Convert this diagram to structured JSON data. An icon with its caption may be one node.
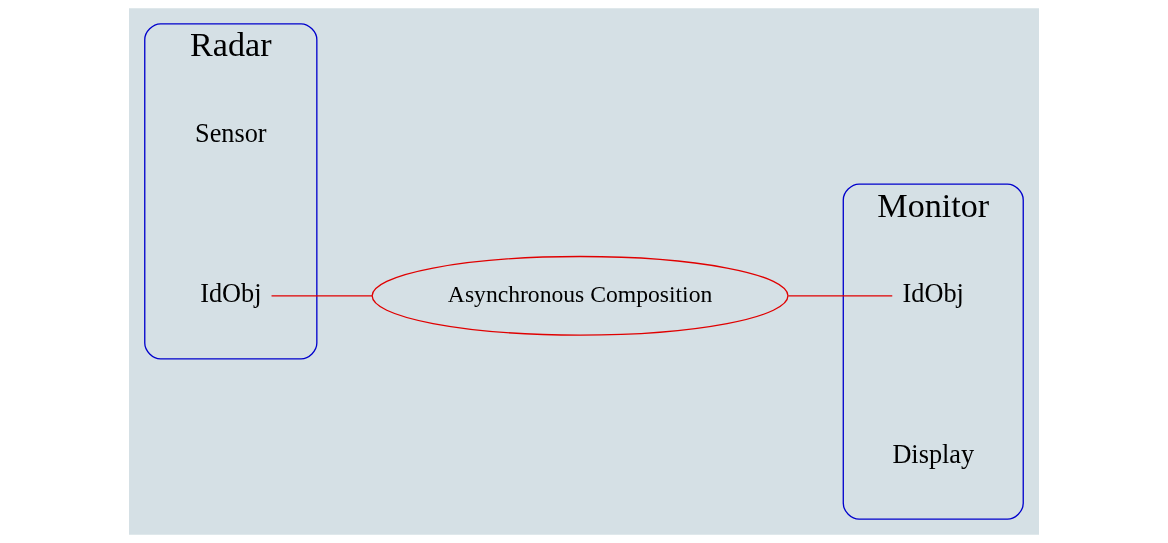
{
  "diagram": {
    "nodes": [
      {
        "text": [
          "Radar"
        ]
      },
      {
        "text": [
          "Sensor"
        ],
        "in": 0
      },
      {
        "text": [
          "IdObj"
        ],
        "in": 0
      },
      {
        "text": [
          "Asynchronous Composition"
        ]
      },
      {
        "text": [
          "Monitor"
        ]
      },
      {
        "text": [
          "IdObj"
        ],
        "in": 4
      },
      {
        "text": [
          "Display"
        ],
        "in": 4
      }
    ],
    "edges": [
      {
        "from": 2,
        "to": 3,
        "arrow": "none"
      },
      {
        "from": 3,
        "to": 5,
        "arrow": "none"
      }
    ]
  }
}
